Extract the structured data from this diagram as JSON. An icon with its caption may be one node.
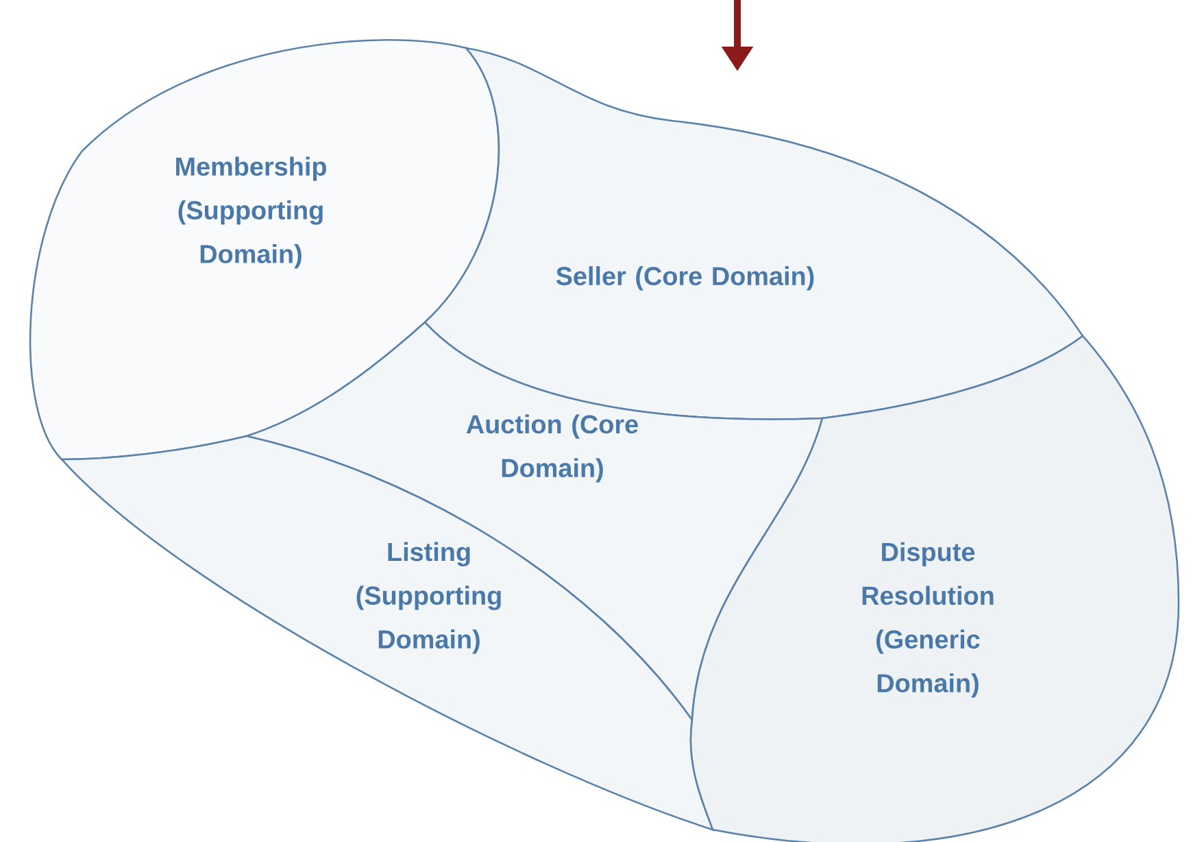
{
  "diagram": {
    "nodes": [
      {
        "text": [
          "Membership (Supporting Domain)"
        ]
      },
      {
        "text": [
          "Seller (Core Domain)"
        ]
      },
      {
        "text": [
          "Auction (Core Domain)"
        ]
      },
      {
        "text": [
          "Listing (Supporting Domain)"
        ]
      },
      {
        "text": [
          "Dispute Resolution (Generic Domain)"
        ]
      }
    ]
  }
}
